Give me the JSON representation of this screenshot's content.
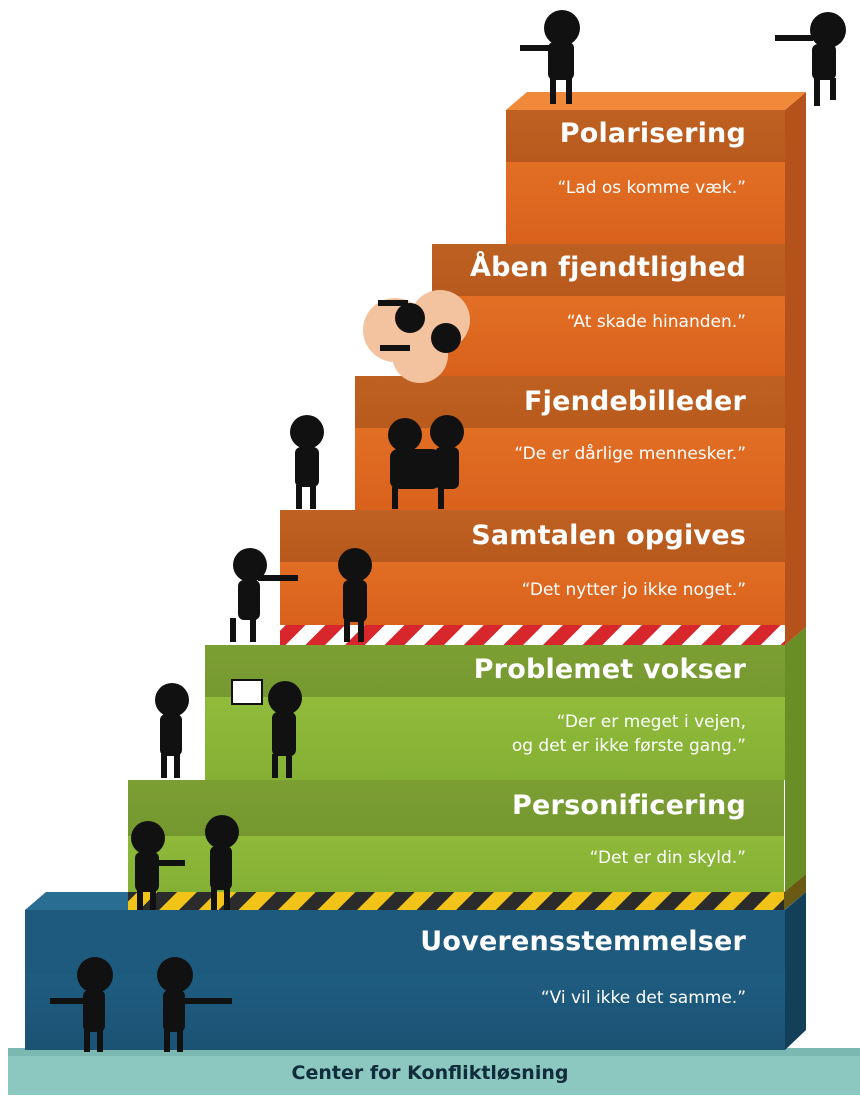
{
  "steps": [
    {
      "title": "Uoverensstemmelser",
      "quote": "“Vi vil ikke det samme.”",
      "color": "#1e5a7d"
    },
    {
      "title": "Personificering",
      "quote": "“Det er din skyld.”",
      "color": "#8db83a"
    },
    {
      "title": "Problemet vokser",
      "quote": "“Der er meget i vejen,\nog det er ikke første gang.”",
      "color": "#8db83a"
    },
    {
      "title": "Samtalen opgives",
      "quote": "“Det nytter jo ikke noget.”",
      "color": "#e06b21"
    },
    {
      "title": "Fjendebilleder",
      "quote": "“De er dårlige mennesker.”",
      "color": "#e06b21"
    },
    {
      "title": "Åben fjendtlighed",
      "quote": "“At skade hinanden.”",
      "color": "#e06b21"
    },
    {
      "title": "Polarisering",
      "quote": "“Lad os komme væk.”",
      "color": "#e06b21"
    }
  ],
  "footer": "Center for Konfliktløsning",
  "colors": {
    "blue": "#1e5a7d",
    "green": "#8db83a",
    "orange": "#e06b21",
    "ground": "#8cc7c0",
    "hazard_yellow": "#f2c318",
    "hazard_red": "#d7262c"
  }
}
